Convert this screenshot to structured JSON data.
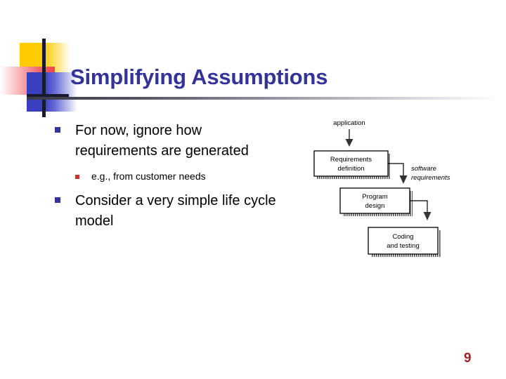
{
  "slide": {
    "title": "Simplifying Assumptions",
    "page_number": "9",
    "accent_title_color": "#333399",
    "accent_bullet_l1_color": "#333399",
    "accent_bullet_l2_color": "#CC3333",
    "page_number_color": "#A32020",
    "decor_colors": {
      "yellow": "#FFCC00",
      "red": "#F4444C",
      "blue": "#3A3FC0",
      "bar": "#1A1A2E"
    }
  },
  "content": {
    "bullets": [
      {
        "level": 1,
        "text": "For now, ignore how requirements are generated",
        "marker": "square-bullet-blue"
      },
      {
        "level": 2,
        "text": "e.g., from customer needs",
        "marker": "square-bullet-red"
      },
      {
        "level": 1,
        "text": "Consider a very simple life cycle model",
        "marker": "square-bullet-blue"
      }
    ]
  },
  "diagram": {
    "name": "waterfall-life-cycle-diagram",
    "type": "flow",
    "input_label": "application",
    "edge_label": "software requirements",
    "boxes": [
      {
        "id": "requirements-definition",
        "line1": "Requirements",
        "line2": "definition"
      },
      {
        "id": "program-design",
        "line1": "Program",
        "line2": "design"
      },
      {
        "id": "coding-and-testing",
        "line1": "Coding",
        "line2": "and testing"
      }
    ]
  }
}
